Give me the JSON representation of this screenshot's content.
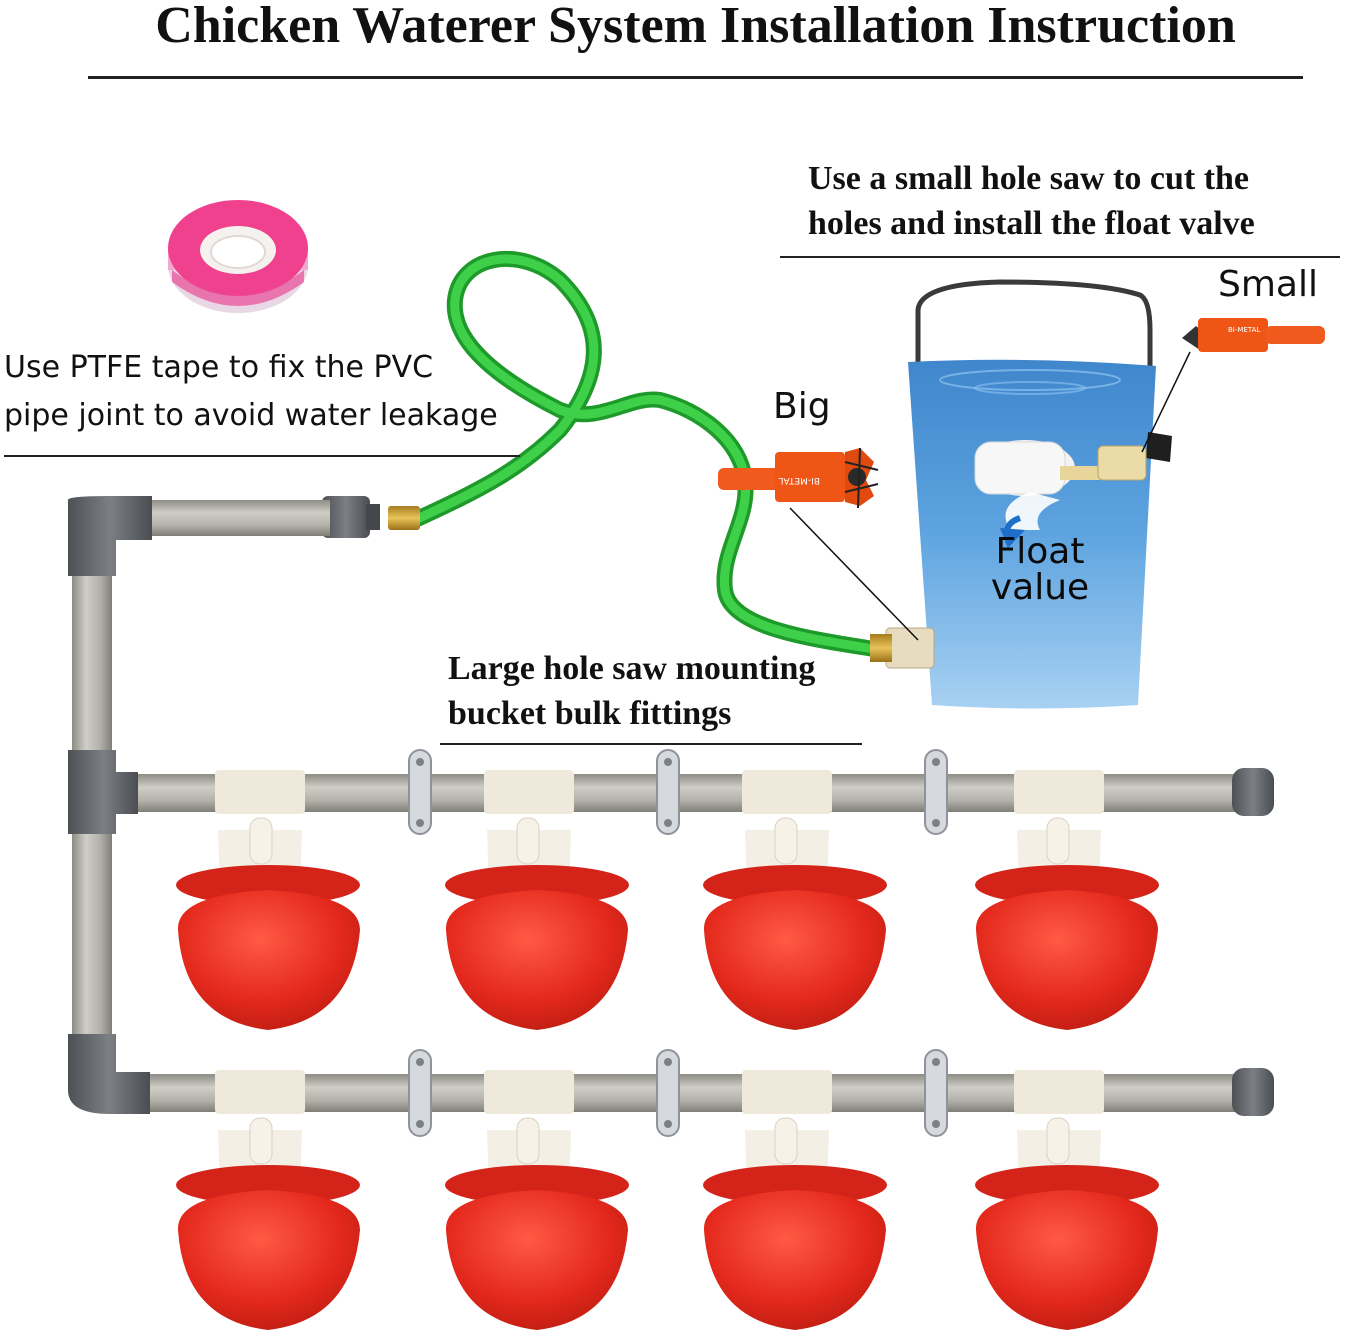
{
  "title": "Chicken Waterer System Installation Instruction",
  "notes": {
    "ptfe": [
      "Use PTFE tape to fix the PVC",
      "pipe joint to avoid water leakage"
    ],
    "hole_saw": [
      "Use a small hole saw to cut the",
      "holes and install the float valve"
    ],
    "bulk_fitting": [
      "Large hole saw mounting",
      "bucket bulk fittings"
    ]
  },
  "labels": {
    "big": "Big",
    "small": "Small",
    "float_valve": [
      "Float",
      "value"
    ],
    "bit_marking": "BI-METAL"
  },
  "colors": {
    "hose": "#2fbf3a",
    "pipe": "#bdbcb2",
    "pipe_fitting": "#6b6e72",
    "cup": "#e3281c",
    "cup_holder": "#efe9dc",
    "bucket": "#4e95d4",
    "hole_saw": "#f05a1c",
    "tape_pink": "#f0418f"
  },
  "icons": [
    "ptfe-tape-roll-icon",
    "big-hole-saw-icon",
    "small-hole-saw-icon",
    "bucket-icon",
    "float-valve-icon"
  ]
}
